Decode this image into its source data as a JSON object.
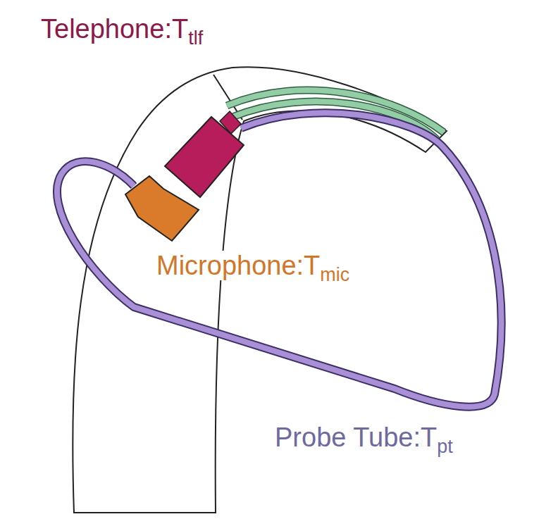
{
  "diagram": {
    "labels": [
      "Telephone:T",
      "tlf",
      "Microphone:T",
      "mic",
      "Probe Tube:T",
      "pt"
    ]
  }
}
